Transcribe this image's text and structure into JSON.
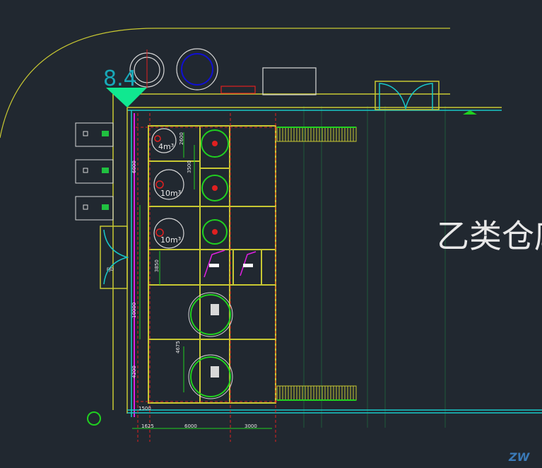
{
  "drawing": {
    "elevation_mark": "8.4",
    "warehouse_label": "乙类仓库",
    "tanks": [
      {
        "label": "4m³"
      },
      {
        "label": "10m³"
      },
      {
        "label": "10m³"
      }
    ],
    "dimensions": {
      "bottom": [
        "1625",
        "6000",
        "3000"
      ],
      "bottom_small": "1500",
      "vertical_left": [
        "6000",
        "10000",
        "4200"
      ],
      "vertical_inner": [
        "2600",
        "3500",
        "3850",
        "4675"
      ]
    },
    "door_label": "FJD"
  },
  "colors": {
    "background": "#212830",
    "wall": "#c8c832",
    "cyan": "#18c8c8",
    "green": "#20d020",
    "red": "#e02020",
    "magenta": "#e020e0",
    "white": "#d8d8d8"
  }
}
